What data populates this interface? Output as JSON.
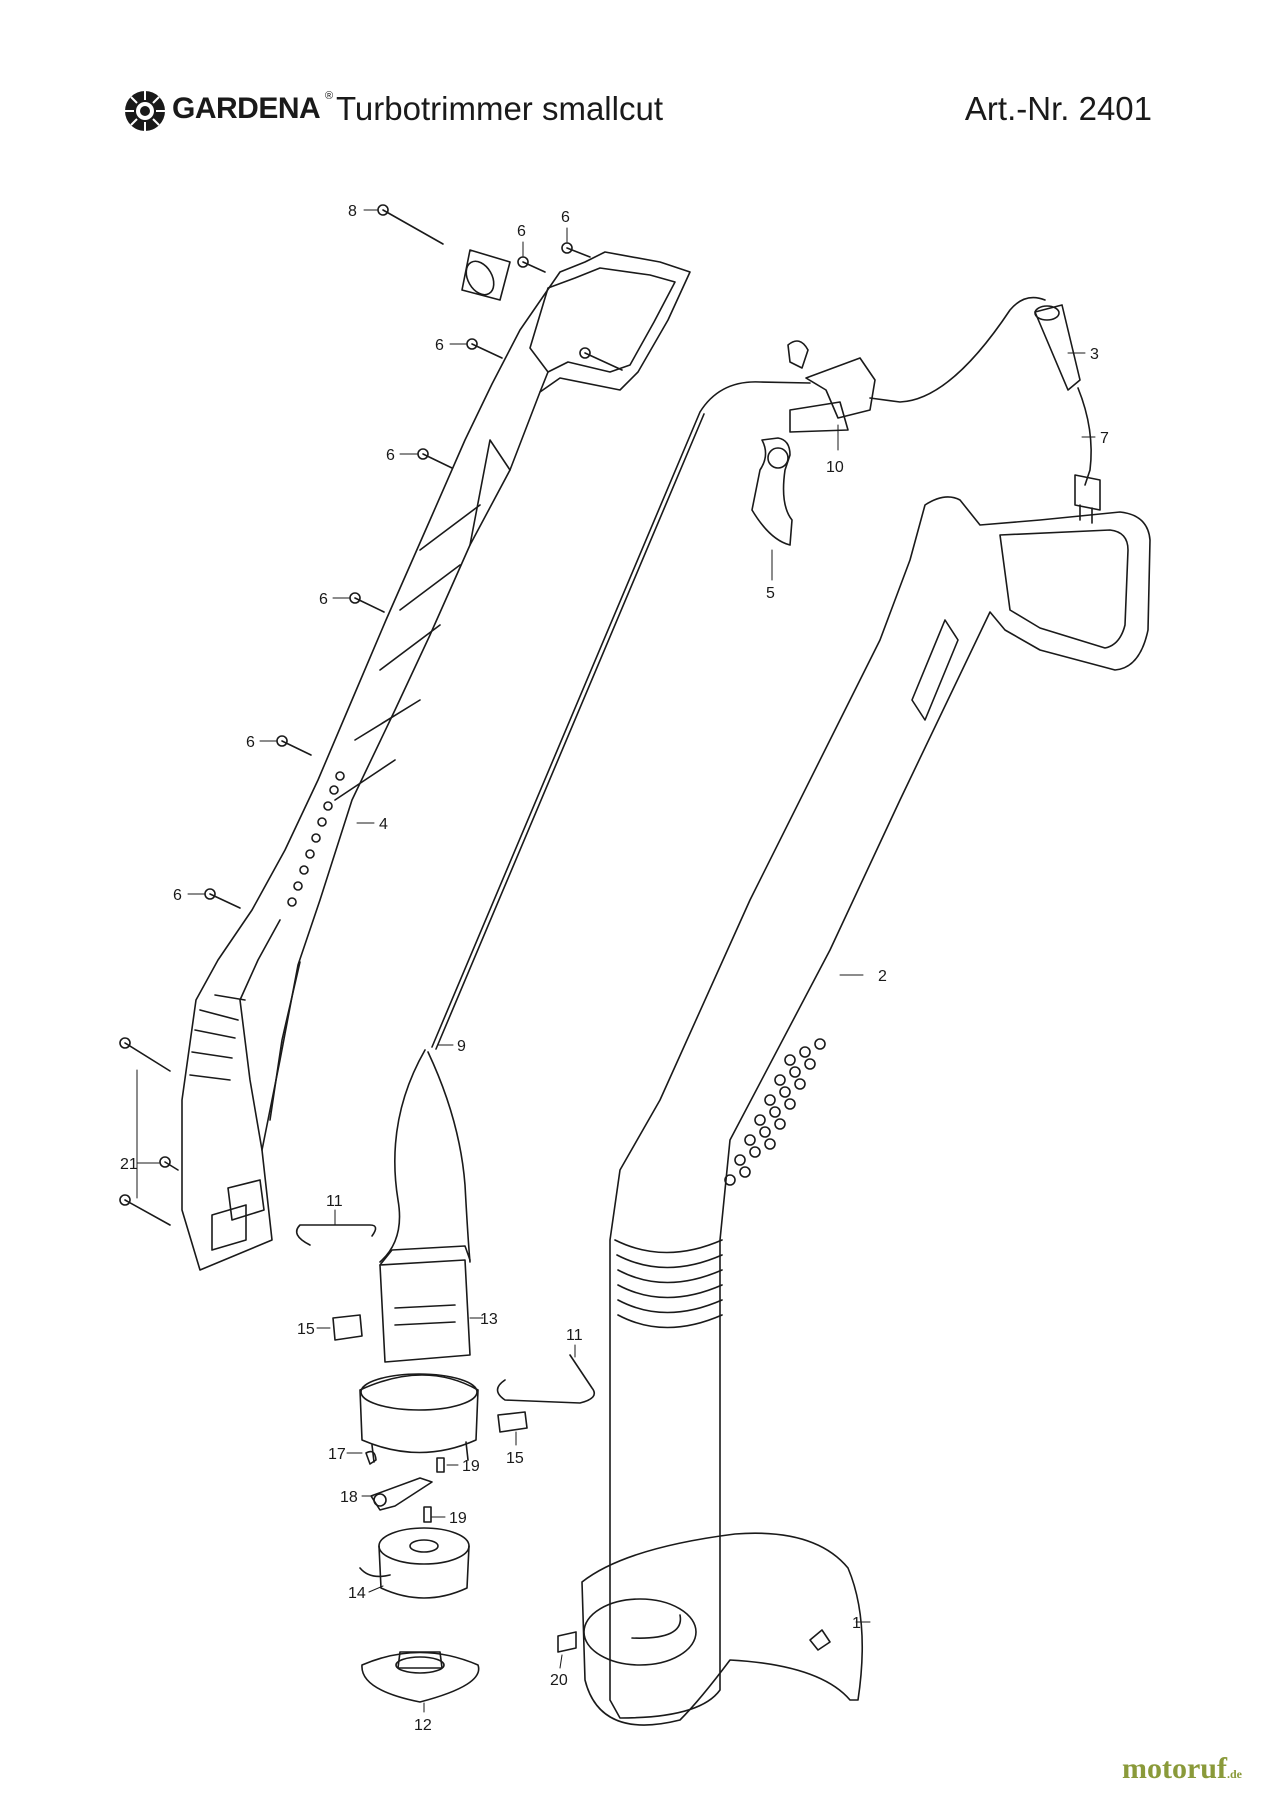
{
  "header": {
    "brand": "GARDENA",
    "brand_mark": "®",
    "product": "Turbotrimmer smallcut",
    "art_nr": "Art.-Nr. 2401",
    "logo_icon": "gardena-flower-logo"
  },
  "parts": [
    {
      "id": "part-1",
      "label": "1"
    },
    {
      "id": "part-2",
      "label": "2"
    },
    {
      "id": "part-3",
      "label": "3"
    },
    {
      "id": "part-4",
      "label": "4"
    },
    {
      "id": "part-5",
      "label": "5"
    },
    {
      "id": "part-6",
      "label": "6"
    },
    {
      "id": "part-7",
      "label": "7"
    },
    {
      "id": "part-8",
      "label": "8"
    },
    {
      "id": "part-9",
      "label": "9"
    },
    {
      "id": "part-10",
      "label": "10"
    },
    {
      "id": "part-11",
      "label": "11"
    },
    {
      "id": "part-12",
      "label": "12"
    },
    {
      "id": "part-13",
      "label": "13"
    },
    {
      "id": "part-14",
      "label": "14"
    },
    {
      "id": "part-15",
      "label": "15"
    },
    {
      "id": "part-17",
      "label": "17"
    },
    {
      "id": "part-18",
      "label": "18"
    },
    {
      "id": "part-19",
      "label": "19"
    },
    {
      "id": "part-20",
      "label": "20"
    },
    {
      "id": "part-21",
      "label": "21"
    }
  ],
  "footer": {
    "site": "motoruf",
    "tld": ".de"
  }
}
